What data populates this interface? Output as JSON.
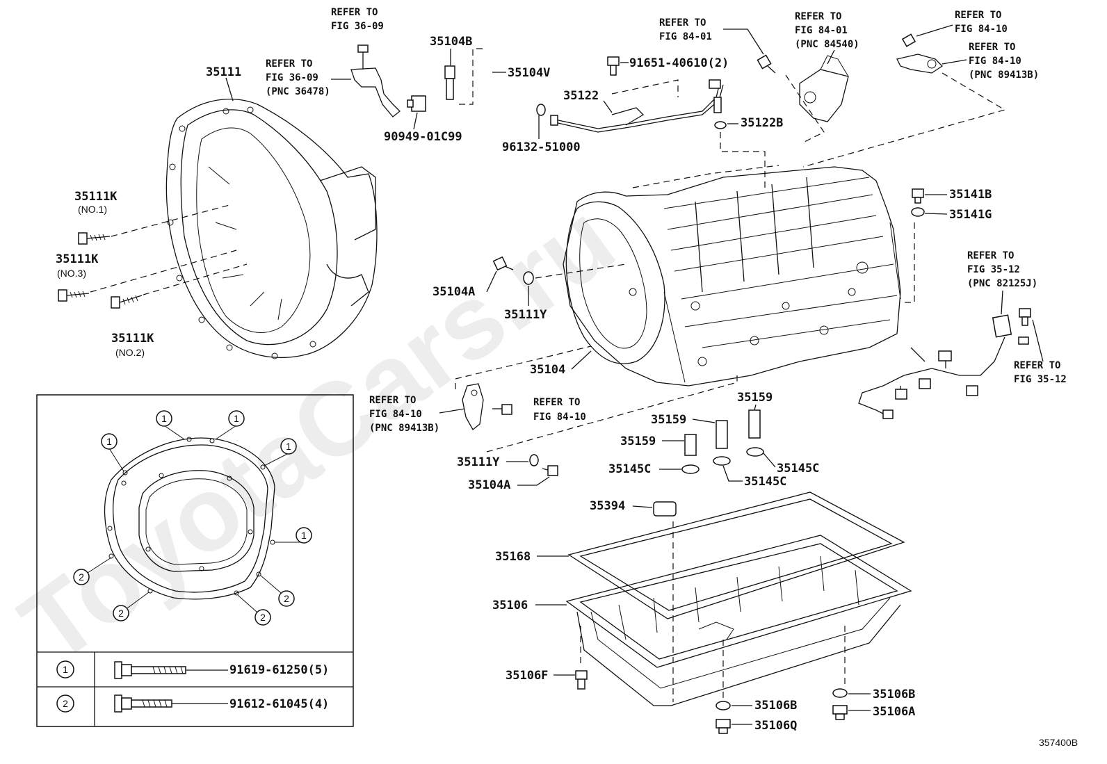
{
  "watermark": "ToyotaCars.ru",
  "figure_code": "357400B",
  "labels": {
    "p35111": "35111",
    "p35111K_1": "35111K",
    "p35111K_1_sub": "(NO.1)",
    "p35111K_3": "35111K",
    "p35111K_3_sub": "(NO.3)",
    "p35111K_2": "35111K",
    "p35111K_2_sub": "(NO.2)",
    "p35104B": "35104B",
    "p35104V": "35104V",
    "p90949": "90949-01C99",
    "p96132": "96132-51000",
    "p35122": "35122",
    "p91651": "91651-40610(2)",
    "p35122B": "35122B",
    "p35141B": "35141B",
    "p35141G": "35141G",
    "p35104A_top": "35104A",
    "p35111Y_top": "35111Y",
    "p35104": "35104",
    "p35159_a": "35159",
    "p35159_b": "35159",
    "p35159_c": "35159",
    "p35145C_a": "35145C",
    "p35145C_b": "35145C",
    "p35145C_c": "35145C",
    "p35111Y_bot": "35111Y",
    "p35104A_bot": "35104A",
    "p35394": "35394",
    "p35168": "35168",
    "p35106": "35106",
    "p35106F": "35106F",
    "p35106B_a": "35106B",
    "p35106B_b": "35106B",
    "p35106Q": "35106Q",
    "p35106A": "35106A"
  },
  "refs": {
    "r1": [
      "REFER TO",
      "FIG 36-09"
    ],
    "r2": [
      "REFER TO",
      "FIG 36-09",
      "(PNC 36478)"
    ],
    "r3": [
      "REFER TO",
      "FIG 84-01"
    ],
    "r4": [
      "REFER TO",
      "FIG 84-01",
      "(PNC 84540)"
    ],
    "r5": [
      "REFER TO",
      "FIG 84-10"
    ],
    "r6": [
      "REFER TO",
      "FIG 84-10",
      "(PNC 89413B)"
    ],
    "r7": [
      "REFER TO",
      "FIG 35-12",
      "(PNC 82125J)"
    ],
    "r8": [
      "REFER TO",
      "FIG 35-12"
    ],
    "r9": [
      "REFER TO",
      "FIG 84-10",
      "(PNC 89413B)"
    ],
    "r10": [
      "REFER TO",
      "FIG 84-10"
    ]
  },
  "inset": {
    "markers": [
      "1",
      "2"
    ],
    "rows": [
      {
        "marker": "1",
        "part": "91619-61250(5)"
      },
      {
        "marker": "2",
        "part": "91612-61045(4)"
      }
    ]
  }
}
